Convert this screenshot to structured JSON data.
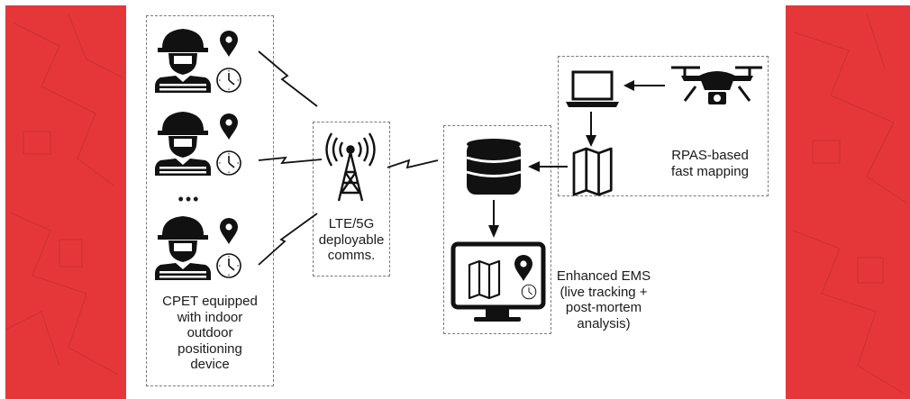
{
  "crew_label": [
    "CPET equipped",
    "with indoor",
    "outdoor",
    "positioning",
    "device"
  ],
  "comms_label": [
    "LTE/5G",
    "deployable",
    "comms."
  ],
  "ems_label": [
    "Enhanced EMS",
    "(live tracking +",
    "post-mortem",
    "analysis)"
  ],
  "rpas_label": [
    "RPAS-based",
    "fast mapping"
  ],
  "ellipsis": "•••",
  "colors": {
    "side_panels": "#e5373a",
    "ink": "#111111",
    "dashed_border": "#7a7a7a"
  },
  "icons": [
    "firefighter-icon",
    "location-pin-icon",
    "clock-icon",
    "cell-tower-icon",
    "database-icon",
    "map-icon",
    "monitor-icon",
    "laptop-icon",
    "drone-icon",
    "camera-icon",
    "lightning-link-icon",
    "arrow-icon"
  ]
}
